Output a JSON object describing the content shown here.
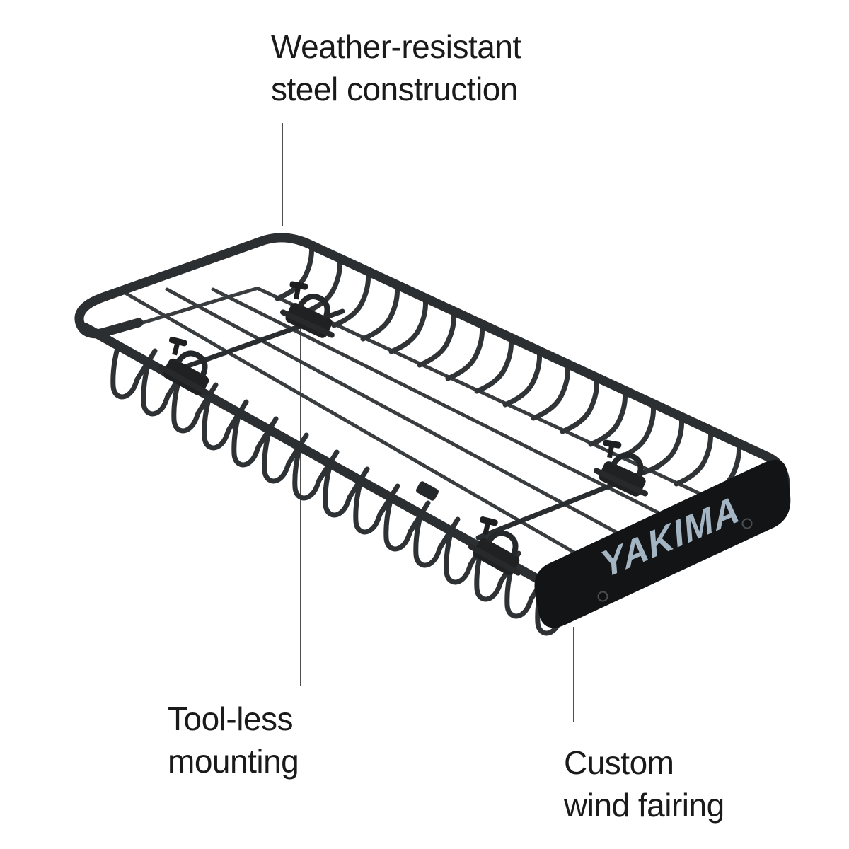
{
  "product": {
    "brand": "YAKIMA"
  },
  "callouts": [
    {
      "id": "steel",
      "text": "Weather-resistant\nsteel construction"
    },
    {
      "id": "mounting",
      "text": "Tool-less\nmounting"
    },
    {
      "id": "fairing",
      "text": "Custom\nwind fairing"
    }
  ],
  "colors": {
    "background": "#ffffff",
    "steel_tube": "#2c2f31",
    "fairing_panel": "#131415",
    "logo": "#a3b4c2",
    "callout_line": "#4f4f4f",
    "label_text": "#1a1a1a"
  }
}
